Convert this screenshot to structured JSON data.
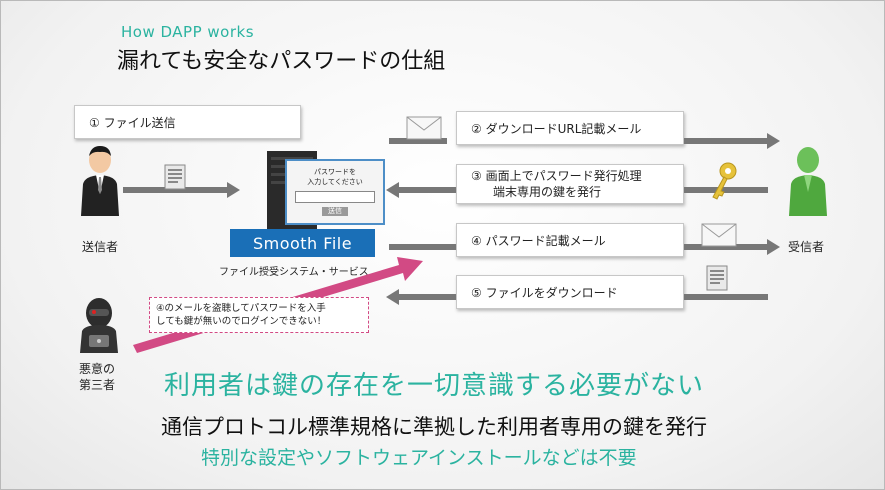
{
  "header": {
    "subtitle": "How DAPP works",
    "title": "漏れても安全なパスワードの仕組"
  },
  "actors": {
    "sender": "送信者",
    "receiver": "受信者",
    "attacker_line1": "悪意の",
    "attacker_line2": "第三者"
  },
  "steps": [
    {
      "label": "① ファイル送信"
    },
    {
      "label": "② ダウンロードURL記載メール"
    },
    {
      "label": "③ 画面上でパスワード発行処理",
      "label2": "端末専用の鍵を発行"
    },
    {
      "label": "④ パスワード記載メール"
    },
    {
      "label": "⑤ ファイルをダウンロード"
    }
  ],
  "service": {
    "name": "Smooth File",
    "caption": "ファイル授受システム・サービス",
    "dialog_line1": "パスワードを",
    "dialog_line2": "入力してください",
    "dialog_button": "送信"
  },
  "warning": {
    "line1": "④のメールを盗聴してパスワードを入手",
    "line2": "しても鍵が無いのでログインできない！"
  },
  "messages": {
    "main": "利用者は鍵の存在を一切意識する必要がない",
    "sub1": "通信プロトコル標準規格に準拠した利用者専用の鍵を発行",
    "sub2": "特別な設定やソフトウェアインストールなどは不要"
  },
  "colors": {
    "accent": "#2bb3a0",
    "brand_blue": "#1a6fb7",
    "warning_pink": "#d24a84",
    "receiver_green": "#5bb84a"
  }
}
